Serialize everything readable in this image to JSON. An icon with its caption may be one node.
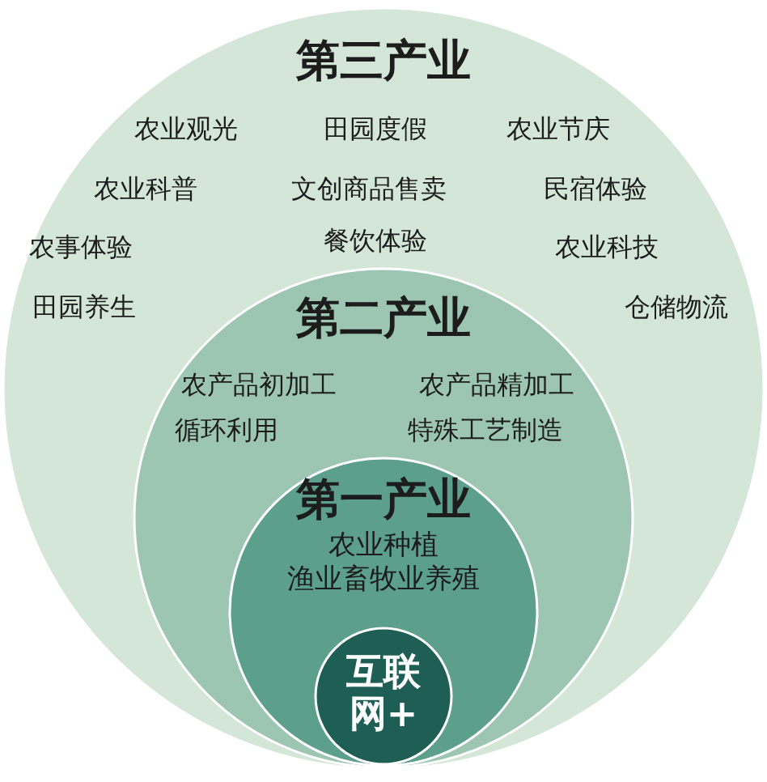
{
  "diagram": {
    "nodes": [
      {
        "text": [
          "第三产业",
          "农业观光",
          "田园度假",
          "农业节庆",
          "农业科普",
          "文创商品售卖",
          "民宿体验",
          "农事体验",
          "餐饮体验",
          "农业科技",
          "田园养生",
          "仓储物流"
        ]
      },
      {
        "text": [
          "第二产业",
          "农产品初加工",
          "农产品精加工",
          "循环利用",
          "特殊工艺制造"
        ],
        "in": 0
      },
      {
        "text": [
          "第一产业",
          "农业种植",
          "渔业畜牧业养殖"
        ],
        "in": 1
      },
      {
        "text": [
          "互联网+"
        ],
        "in": 2
      }
    ]
  }
}
